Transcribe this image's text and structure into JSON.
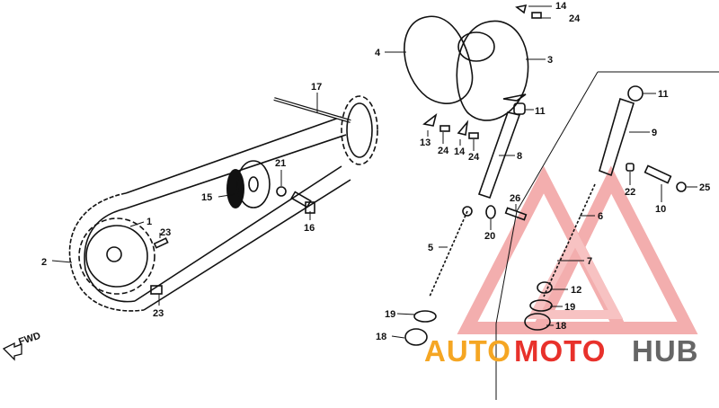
{
  "colors": {
    "line": "#111111",
    "wm_orange": "#f5a623",
    "wm_red": "#e8312b",
    "wm_gray": "#666666"
  },
  "direction_label": "FWD",
  "watermark": {
    "part1": "AUTO",
    "part2": "MOTO",
    "part3": "HUB"
  },
  "callouts": [
    {
      "id": "c1",
      "text": "1"
    },
    {
      "id": "c2",
      "text": "2"
    },
    {
      "id": "c3",
      "text": "3"
    },
    {
      "id": "c4",
      "text": "4"
    },
    {
      "id": "c5",
      "text": "5"
    },
    {
      "id": "c6",
      "text": "6"
    },
    {
      "id": "c7",
      "text": "7"
    },
    {
      "id": "c8",
      "text": "8"
    },
    {
      "id": "c9",
      "text": "9"
    },
    {
      "id": "c10",
      "text": "10"
    },
    {
      "id": "c11a",
      "text": "11"
    },
    {
      "id": "c11b",
      "text": "11"
    },
    {
      "id": "c12",
      "text": "12"
    },
    {
      "id": "c13",
      "text": "13"
    },
    {
      "id": "c14a",
      "text": "14"
    },
    {
      "id": "c14b",
      "text": "14"
    },
    {
      "id": "c15",
      "text": "15"
    },
    {
      "id": "c16",
      "text": "16"
    },
    {
      "id": "c17",
      "text": "17"
    },
    {
      "id": "c18a",
      "text": "18"
    },
    {
      "id": "c18b",
      "text": "18"
    },
    {
      "id": "c19a",
      "text": "19"
    },
    {
      "id": "c19b",
      "text": "19"
    },
    {
      "id": "c20",
      "text": "20"
    },
    {
      "id": "c21",
      "text": "21"
    },
    {
      "id": "c22",
      "text": "22"
    },
    {
      "id": "c23a",
      "text": "23"
    },
    {
      "id": "c23b",
      "text": "23"
    },
    {
      "id": "c24a",
      "text": "24"
    },
    {
      "id": "c24b",
      "text": "24"
    },
    {
      "id": "c24c",
      "text": "24"
    },
    {
      "id": "c25",
      "text": "25"
    },
    {
      "id": "c26",
      "text": "26"
    }
  ]
}
